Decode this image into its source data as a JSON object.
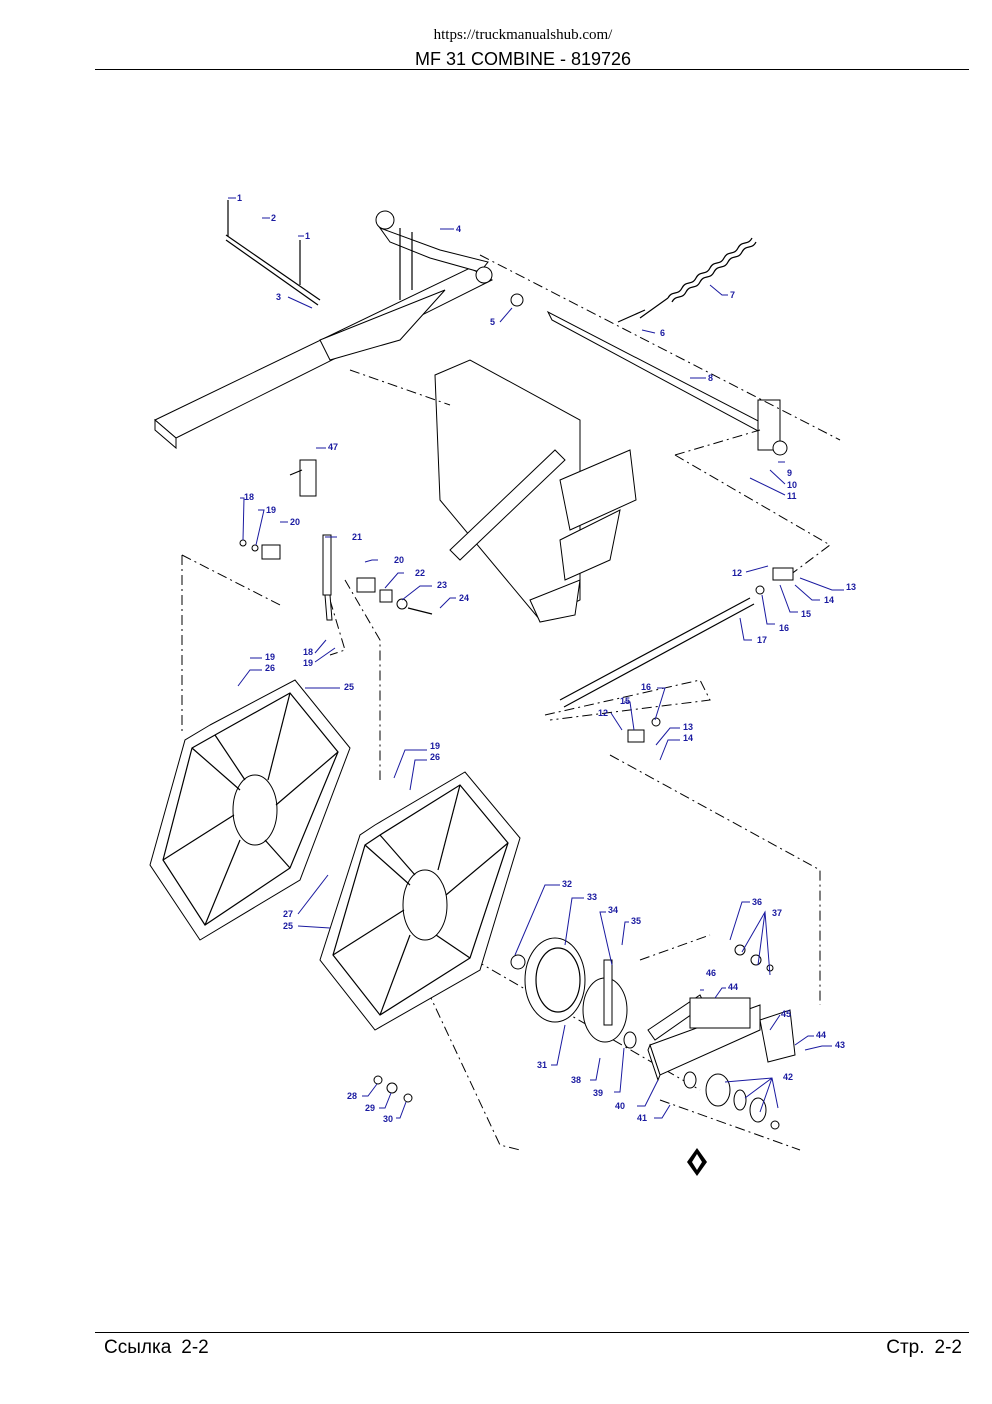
{
  "header": {
    "url": "https://truckmanualshub.com/",
    "title": "MF 31 COMBINE - 819726"
  },
  "footer": {
    "ref_label": "Ссылка",
    "ref_value": "2-2",
    "page_label": "Стр.",
    "page_value": "2-2"
  },
  "callouts": [
    "1",
    "2",
    "1",
    "3",
    "4",
    "5",
    "6",
    "7",
    "8",
    "9",
    "10",
    "11",
    "47",
    "18",
    "19",
    "20",
    "21",
    "20",
    "22",
    "23",
    "24",
    "12",
    "13",
    "14",
    "15",
    "16",
    "17",
    "18",
    "19",
    "19",
    "26",
    "25",
    "16",
    "15",
    "12",
    "13",
    "14",
    "19",
    "26",
    "27",
    "25",
    "32",
    "33",
    "34",
    "35",
    "36",
    "37",
    "46",
    "44",
    "45",
    "44",
    "43",
    "42",
    "31",
    "38",
    "39",
    "40",
    "41",
    "28",
    "29",
    "30"
  ],
  "colors": {
    "callout": "#1a1aa0",
    "line": "#000000"
  }
}
